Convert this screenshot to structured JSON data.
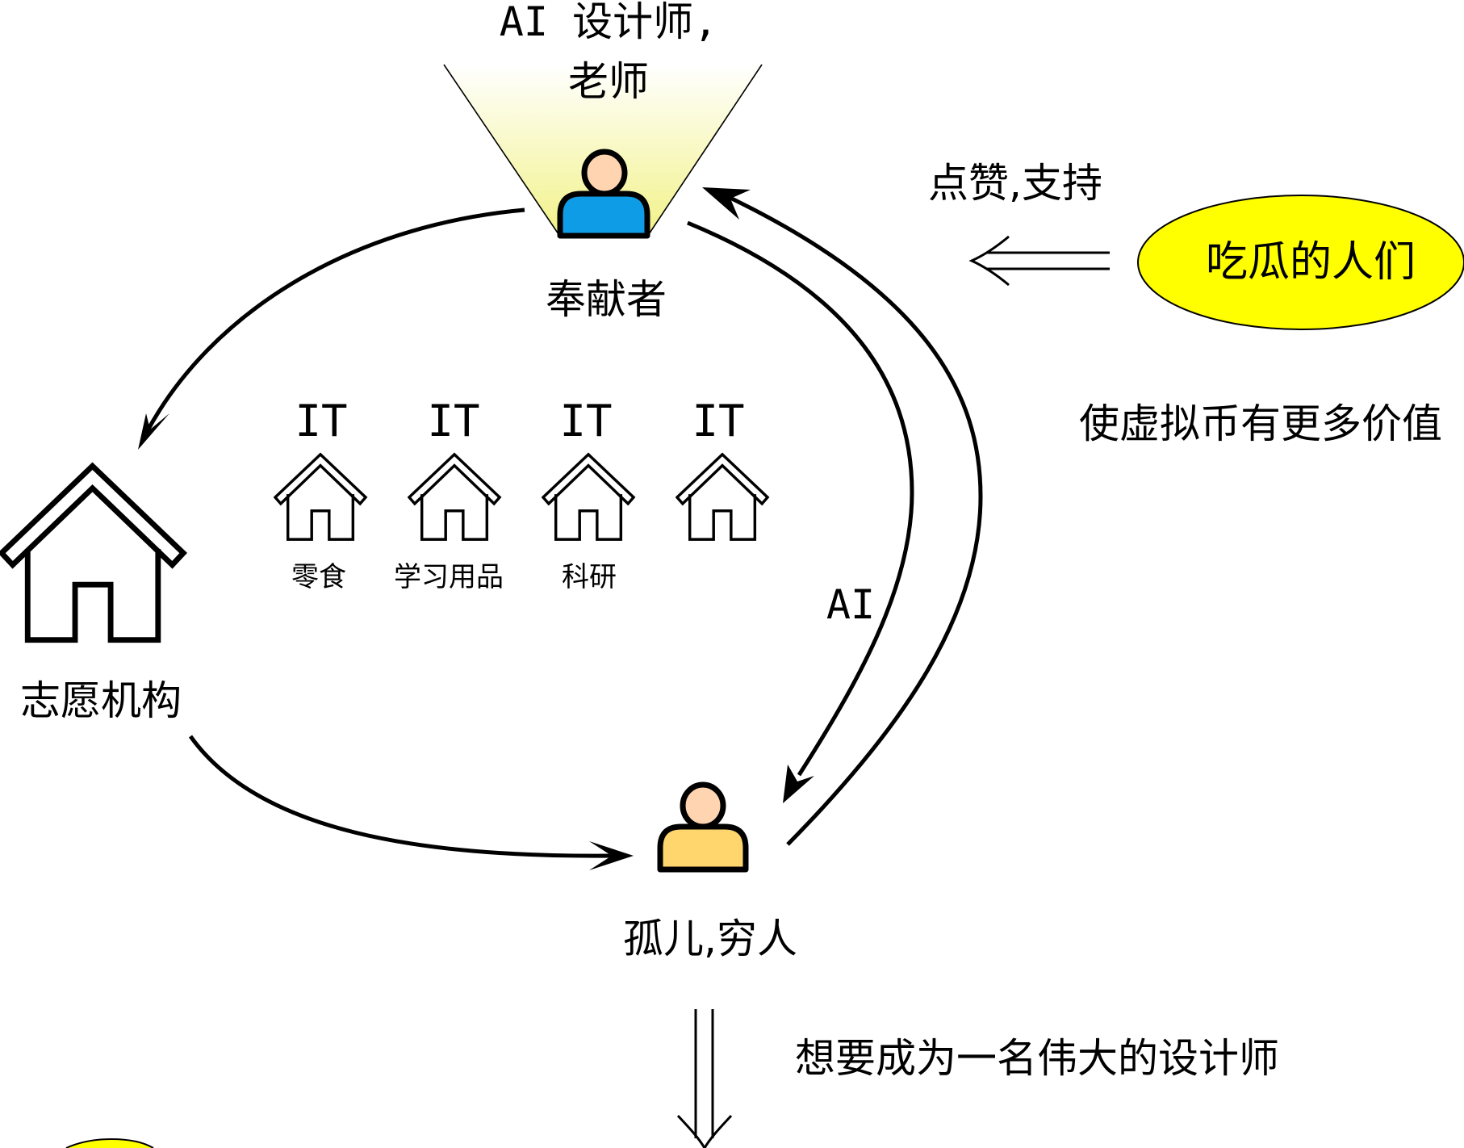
{
  "spotlight": {
    "line1": "AI 设计师,",
    "line2": "老师"
  },
  "contributor": {
    "label": "奉献者",
    "color": "#0f9ce6"
  },
  "poor": {
    "label": "孤儿,穷人",
    "color": "#ffd56e"
  },
  "volunteer": {
    "label": "志愿机构"
  },
  "houses": [
    {
      "top": "IT",
      "bottom": "零食"
    },
    {
      "top": "IT",
      "bottom": "学习用品"
    },
    {
      "top": "IT",
      "bottom": "科研"
    },
    {
      "top": "IT",
      "bottom": ""
    }
  ],
  "arrow_ai_label": "AI",
  "likes_label": "点赞,支持",
  "crowd": {
    "label": "吃瓜的人们",
    "color": "#ffff00"
  },
  "value_label": "使虚拟币有更多价值",
  "dream_label": "想要成为一名伟大的设计师"
}
